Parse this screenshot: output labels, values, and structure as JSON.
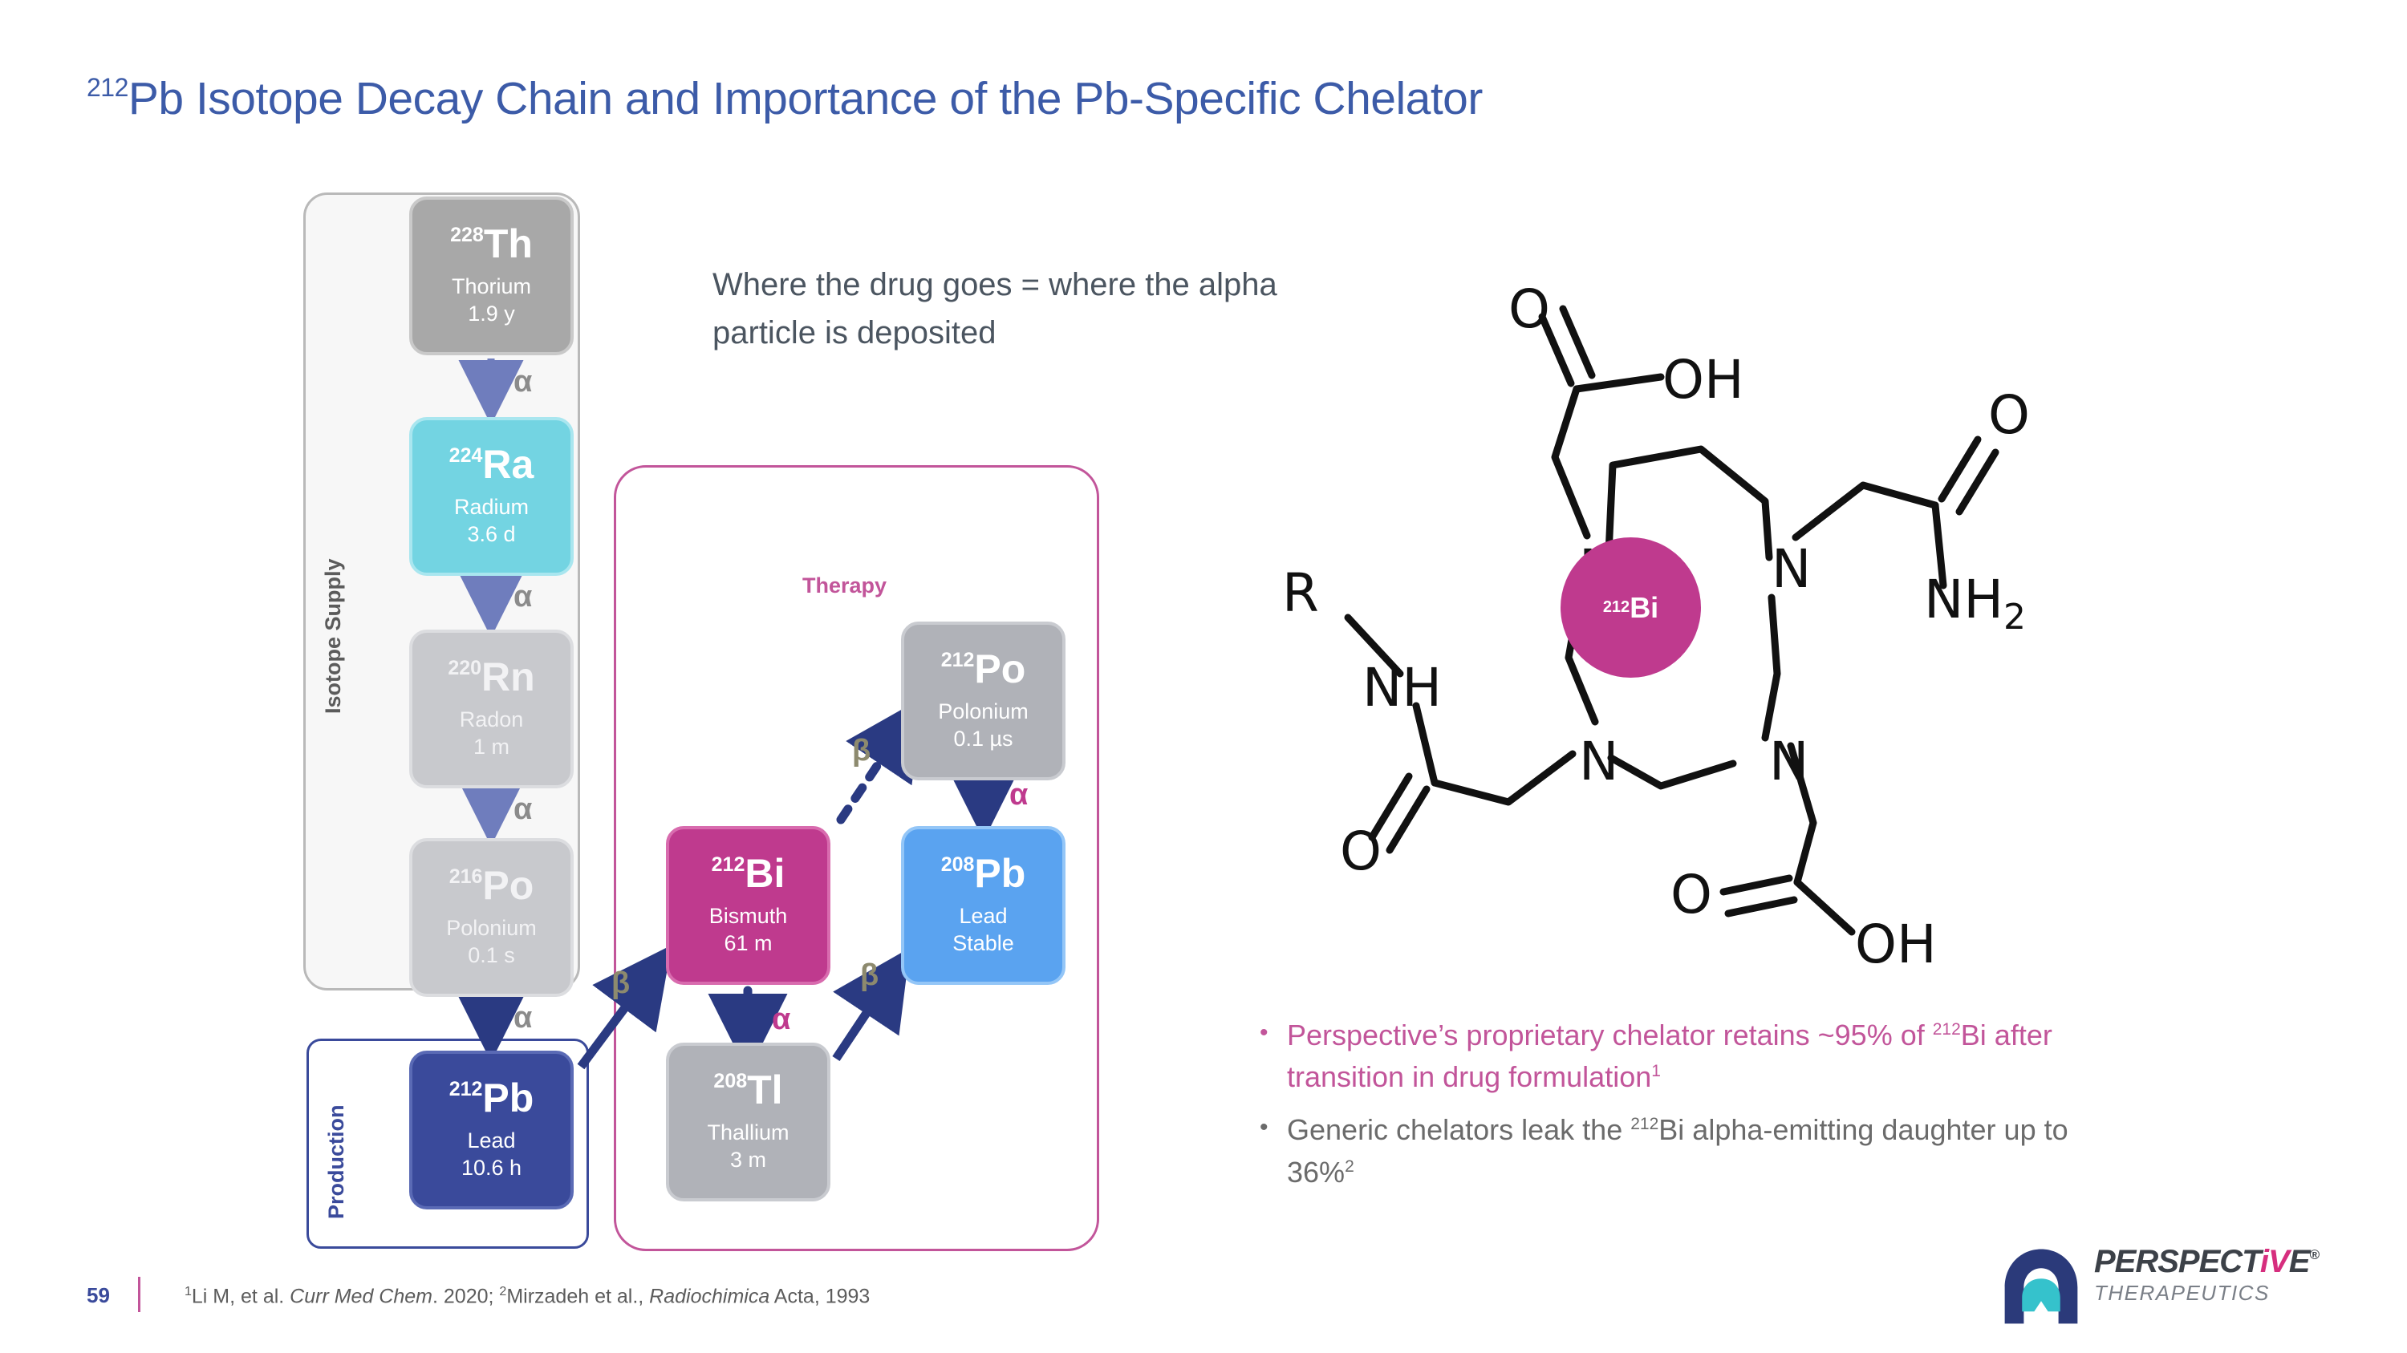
{
  "title": {
    "mass": "212",
    "rest": "Pb Isotope Decay Chain and Importance of the Pb-Specific Chelator"
  },
  "groups": {
    "isotope_supply": "Isotope Supply",
    "production": "Production",
    "therapy": "Therapy"
  },
  "center_note": "Where the drug goes = where the alpha particle is deposited",
  "nuclides": [
    {
      "key": "th",
      "mass": "228",
      "symbol": "Th",
      "name": "Thorium",
      "halflife": "1.9 y"
    },
    {
      "key": "ra",
      "mass": "224",
      "symbol": "Ra",
      "name": "Radium",
      "halflife": "3.6 d"
    },
    {
      "key": "rn",
      "mass": "220",
      "symbol": "Rn",
      "name": "Radon",
      "halflife": "1 m"
    },
    {
      "key": "po216",
      "mass": "216",
      "symbol": "Po",
      "name": "Polonium",
      "halflife": "0.1 s"
    },
    {
      "key": "pb212",
      "mass": "212",
      "symbol": "Pb",
      "name": "Lead",
      "halflife": "10.6 h"
    },
    {
      "key": "po212",
      "mass": "212",
      "symbol": "Po",
      "name": "Polonium",
      "halflife": "0.1 µs"
    },
    {
      "key": "bi",
      "mass": "212",
      "symbol": "Bi",
      "name": "Bismuth",
      "halflife": "61 m"
    },
    {
      "key": "pb208",
      "mass": "208",
      "symbol": "Pb",
      "name": "Lead",
      "halflife": "Stable"
    },
    {
      "key": "tl",
      "mass": "208",
      "symbol": "Tl",
      "name": "Thallium",
      "halflife": "3 m"
    }
  ],
  "decay_labels": {
    "a1": "α",
    "a2": "α",
    "a3": "α",
    "a4": "α",
    "b_pb_bi": "β",
    "b_bi_po": "β",
    "b_tl_pb": "β",
    "a_bi_tl": "α",
    "a_po_pb": "α"
  },
  "chelator": {
    "metal_mass": "212",
    "metal_symbol": "Bi",
    "atoms": {
      "r": "R",
      "nh": "NH",
      "n1": "N",
      "n2": "N",
      "n3": "N",
      "n4": "N",
      "o1": "O",
      "oh1": "OH",
      "o2": "O",
      "nh2": "NH",
      "nh2_sub": "2",
      "o3": "O",
      "o4": "O",
      "oh2": "OH"
    }
  },
  "bullets": [
    {
      "style": "magenta",
      "segments": [
        {
          "t": "Perspective’s proprietary chelator retains ~95% of "
        },
        {
          "t": "212",
          "sup": true
        },
        {
          "t": "Bi after transition in drug formulation"
        },
        {
          "t": "1",
          "sup": true
        }
      ]
    },
    {
      "style": "gray",
      "segments": [
        {
          "t": "Generic chelators leak the "
        },
        {
          "t": "212",
          "sup": true
        },
        {
          "t": "Bi alpha-emitting daughter up to 36%"
        },
        {
          "t": "2",
          "sup": true
        }
      ]
    }
  ],
  "footer": {
    "page": "59",
    "citation_parts": [
      {
        "t": "1",
        "sup": true
      },
      {
        "t": "Li M, et al. "
      },
      {
        "t": "Curr Med Chem",
        "italic": true
      },
      {
        "t": ". 2020; "
      },
      {
        "t": "2",
        "sup": true
      },
      {
        "t": "Mirzadeh et al., "
      },
      {
        "t": "Radiochimica",
        "italic": true
      },
      {
        "t": " Acta, 1993"
      }
    ]
  },
  "logo": {
    "name": "PERSPECT",
    "accent": "iV",
    "name_end": "E",
    "reg": "®",
    "sub": "THERAPEUTICS"
  },
  "colors": {
    "title_blue": "#3c5ba8",
    "navy": "#3a4a9b",
    "magenta": "#bf3a8e",
    "cyan": "#73d4e2",
    "light_blue": "#5aa3f0",
    "gray": "#a8a8a8",
    "therapy_border": "#c2559a"
  }
}
